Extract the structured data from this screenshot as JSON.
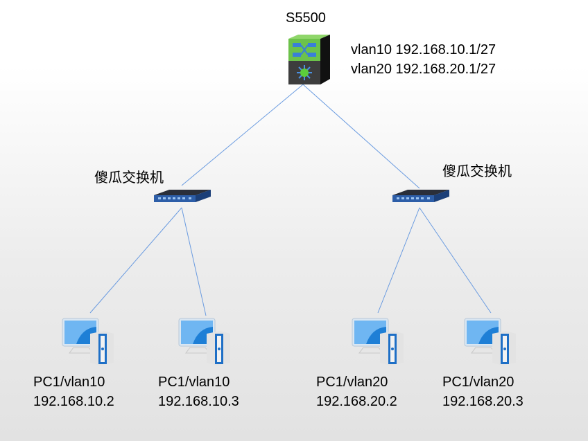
{
  "core": {
    "name": "S5500",
    "vlan_lines": [
      "vlan10 192.168.10.1/27",
      "vlan20 192.168.20.1/27"
    ]
  },
  "access_switches": [
    {
      "label": "傻瓜交换机"
    },
    {
      "label": "傻瓜交换机"
    }
  ],
  "pcs": [
    {
      "name": "PC1/vlan10",
      "ip": "192.168.10.2"
    },
    {
      "name": "PC1/vlan10",
      "ip": "192.168.10.3"
    },
    {
      "name": "PC1/vlan20",
      "ip": "192.168.20.2"
    },
    {
      "name": "PC1/vlan20",
      "ip": "192.168.20.3"
    }
  ],
  "colors": {
    "link": "#5b8fd9",
    "core_top": "#6cc24a",
    "core_bottom": "#3a3a3a",
    "pc_blue": "#1e7fd6"
  }
}
